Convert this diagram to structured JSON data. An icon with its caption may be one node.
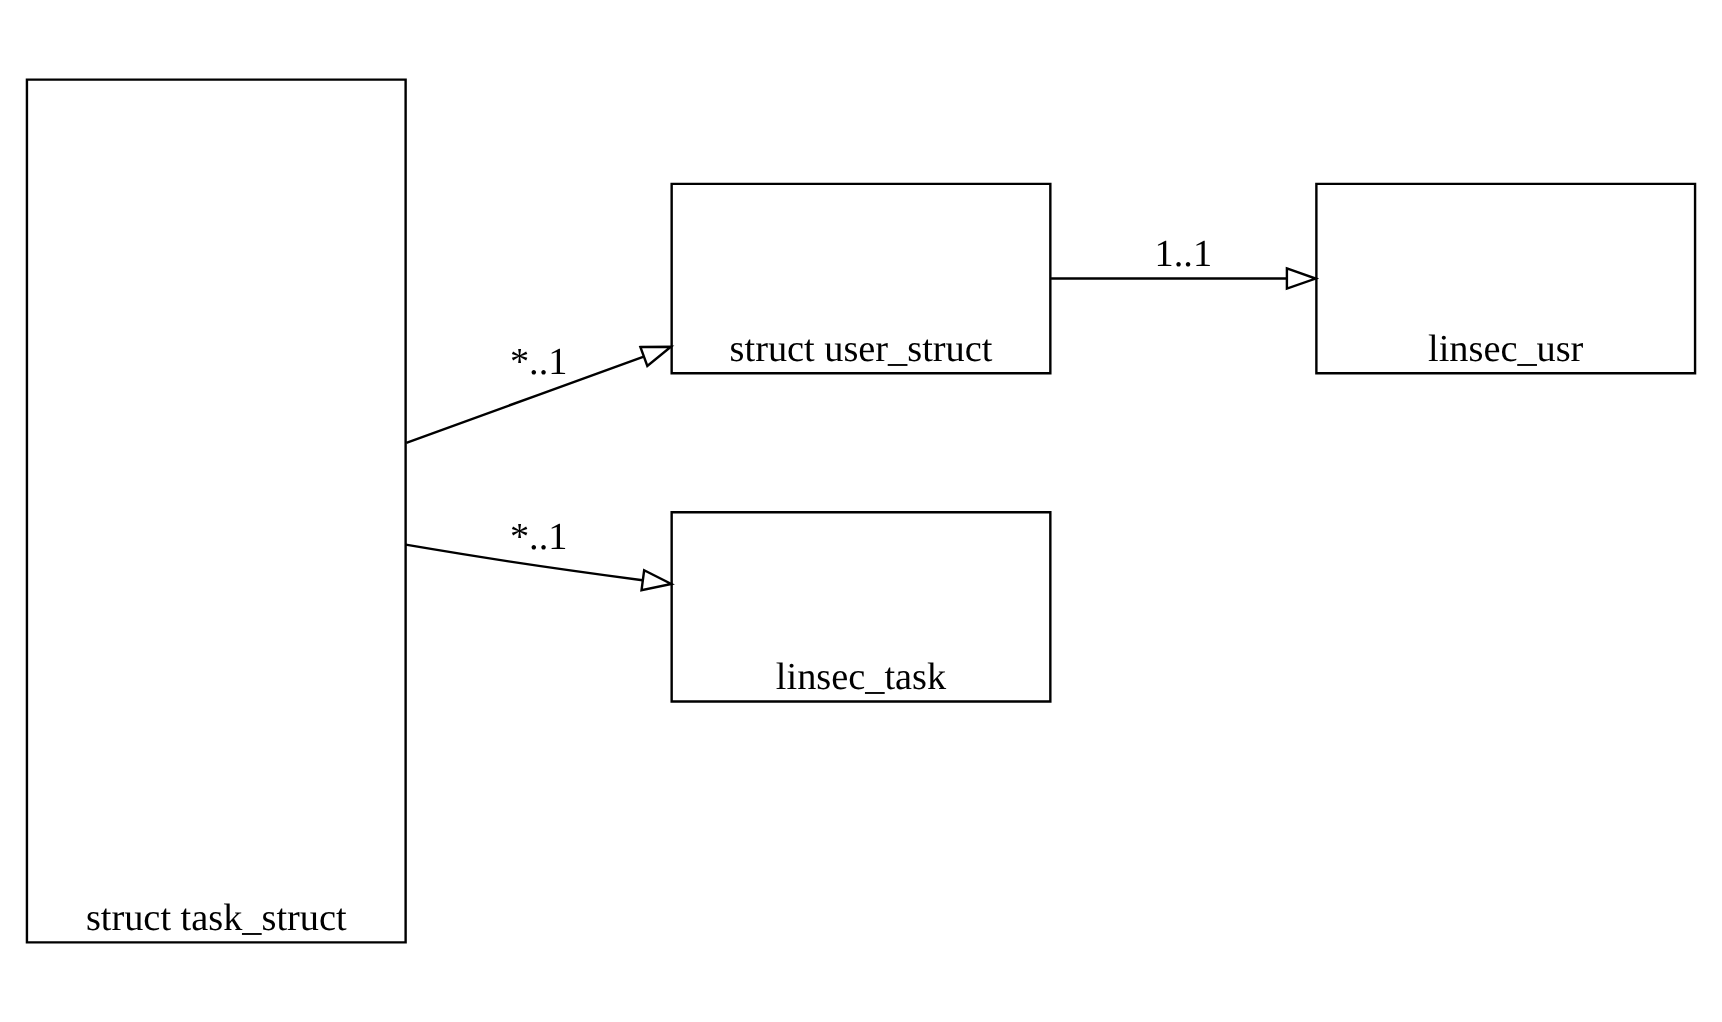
{
  "diagram": {
    "nodes": [
      {
        "text": [
          "struct task_struct"
        ]
      },
      {
        "text": [
          "struct user_struct"
        ]
      },
      {
        "text": [
          "linsec_usr"
        ]
      },
      {
        "text": [
          "linsec_task"
        ]
      }
    ],
    "edges": [
      {
        "from": 0,
        "to": 1,
        "arrow": "to",
        "label": "*..1"
      },
      {
        "from": 1,
        "to": 2,
        "arrow": "to",
        "label": "1..1"
      },
      {
        "from": 0,
        "to": 3,
        "arrow": "to",
        "label": "*..1"
      }
    ]
  }
}
